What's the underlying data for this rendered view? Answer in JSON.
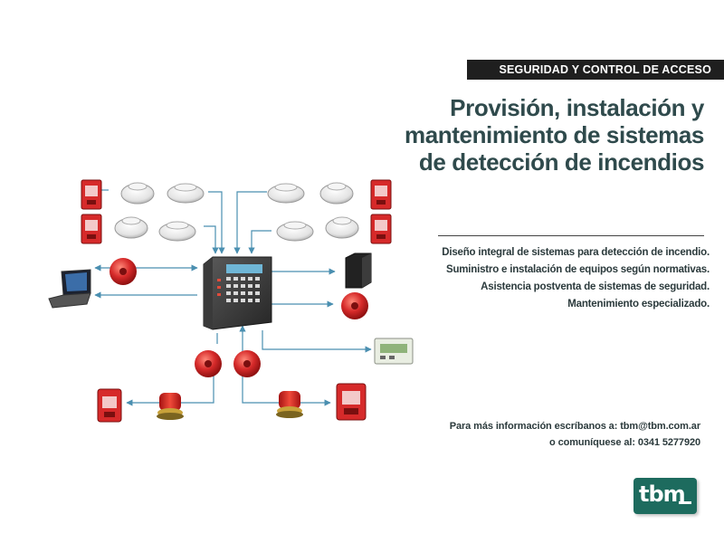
{
  "header": {
    "category": "SEGURIDAD Y CONTROL DE ACCESO"
  },
  "title": {
    "line1": "Provisión, instalación y",
    "line2": "mantenimiento de sistemas",
    "line3": "de detección de incendios"
  },
  "services": [
    "Diseño integral de sistemas para detección de incendio.",
    "Suministro e instalación de equipos según normativas.",
    "Asistencia postventa de sistemas de seguridad.",
    "Mantenimiento especializado."
  ],
  "contact": {
    "line1": "Para más información escríbanos a: tbm@tbm.com.ar",
    "line2": "o comuníquese al: 0341 5277920"
  },
  "logo": {
    "text": "tbm"
  },
  "colors": {
    "header_bg": "#1f1f1f",
    "title": "#2f4a4c",
    "connector": "#4a8fb0",
    "device_red": "#d62a2a",
    "logo_bg": "#1d6b5e"
  },
  "diagram_devices": [
    "manual-call-point-icon",
    "smoke-detector-icon",
    "fire-alarm-control-panel-icon",
    "laptop-icon",
    "alarm-bell-icon",
    "strobe-beacon-icon",
    "server-cabinet-icon",
    "annunciator-panel-icon"
  ]
}
